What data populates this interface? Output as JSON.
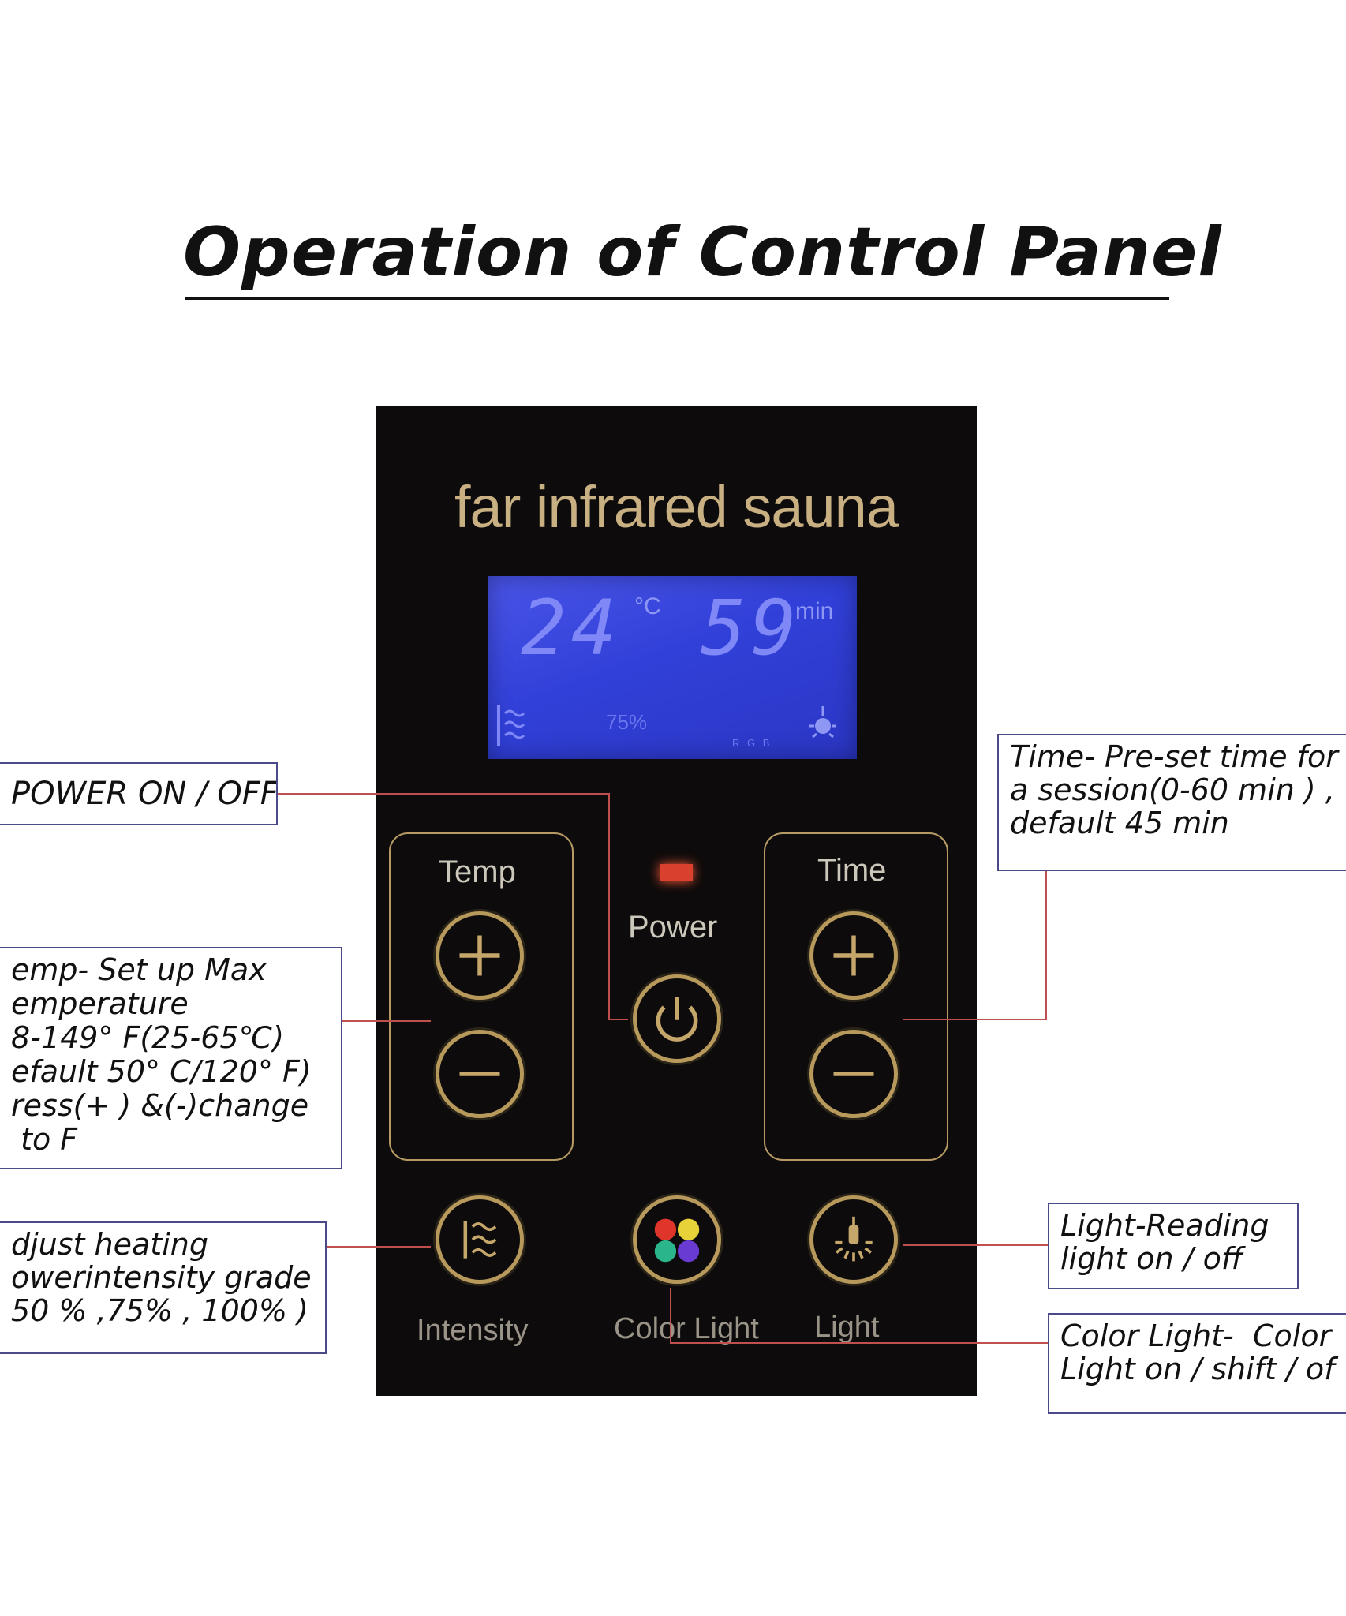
{
  "title": "Operation of Control Panel",
  "panel": {
    "brand": "far infrared sauna",
    "display": {
      "temp_value": "24",
      "temp_unit": "°C",
      "time_value": "59",
      "time_unit": "min",
      "intensity": "75%",
      "color_mode": "R G B"
    },
    "labels": {
      "temp": "Temp",
      "time": "Time",
      "power": "Power",
      "intensity": "Intensity",
      "color_light": "Color Light",
      "light": "Light"
    },
    "color_dots": [
      "#e0352b",
      "#e8d23a",
      "#2bb58a",
      "#6a3bd2"
    ],
    "accent": "#b8995c",
    "lcd_color": "#3140d8"
  },
  "callouts": {
    "power": "POWER ON / OFF",
    "temp": "emp- Set up Max\nemperature\n8-149° F(25-65℃)\nefault 50° C/120° F)\nress(+ ) &(-)change\n to F",
    "intensity": "djust heating\nowerintensity grade\n50 % ,75% , 100% )",
    "time": "Time- Pre-set time for\na session(0-60 min ) ,\ndefault 45 min",
    "light": "Light-Reading\nlight on / off",
    "color_light": "Color Light-  Color\nLight on / shift / of"
  },
  "line_color": "#c0504d"
}
